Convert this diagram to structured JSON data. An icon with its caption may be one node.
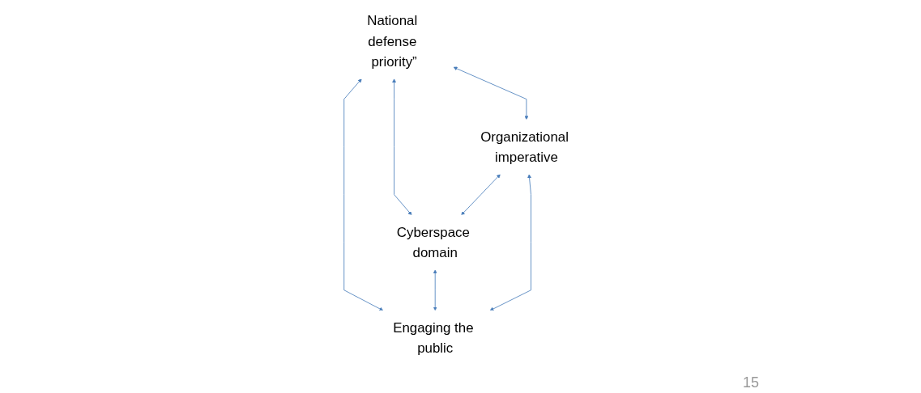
{
  "diagram": {
    "nodes": [
      {
        "text": [
          "National defense priority”"
        ]
      },
      {
        "text": [
          "Cyberspace domain"
        ]
      },
      {
        "text": [
          "Organizational imperative"
        ]
      },
      {
        "text": [
          "Engaging the public"
        ]
      }
    ],
    "edges": [
      {
        "from": 0,
        "to": 1,
        "arrow": "both"
      },
      {
        "from": 0,
        "to": 2,
        "arrow": "both"
      },
      {
        "from": 0,
        "to": 3,
        "arrow": "both"
      },
      {
        "from": 2,
        "to": 1,
        "arrow": "both"
      },
      {
        "from": 1,
        "to": 3,
        "arrow": "both"
      },
      {
        "from": 2,
        "to": 3,
        "arrow": "both"
      }
    ],
    "labels": [
      "15"
    ]
  }
}
